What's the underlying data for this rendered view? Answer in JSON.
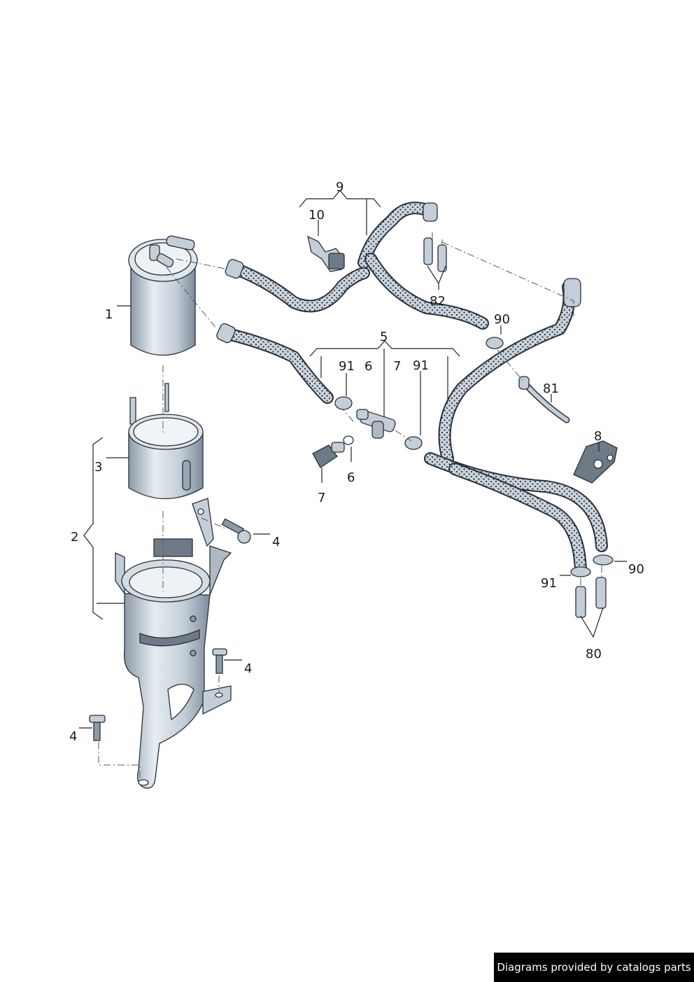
{
  "labels": {
    "l1": "1",
    "l2": "2",
    "l3": "3",
    "l4a": "4",
    "l4b": "4",
    "l4c": "4",
    "l5": "5",
    "l6a": "6",
    "l6b": "6",
    "l7a": "7",
    "l7b": "7",
    "l8": "8",
    "l9": "9",
    "l10": "10",
    "l80": "80",
    "l81": "81",
    "l82": "82",
    "l90a": "90",
    "l90b": "90",
    "l91a": "91",
    "l91b": "91",
    "l91c": "91"
  },
  "footer": {
    "text": "Diagrams provided by catalogs parts"
  },
  "colors": {
    "metal_light": "#e6edf2",
    "metal_mid": "#c3ced8",
    "metal_dark": "#8d9aa8",
    "hose_outline": "#2a2f38",
    "hose_fill": "#c9d3dc",
    "footer_bg": "#000000",
    "footer_text": "#ffffff"
  }
}
